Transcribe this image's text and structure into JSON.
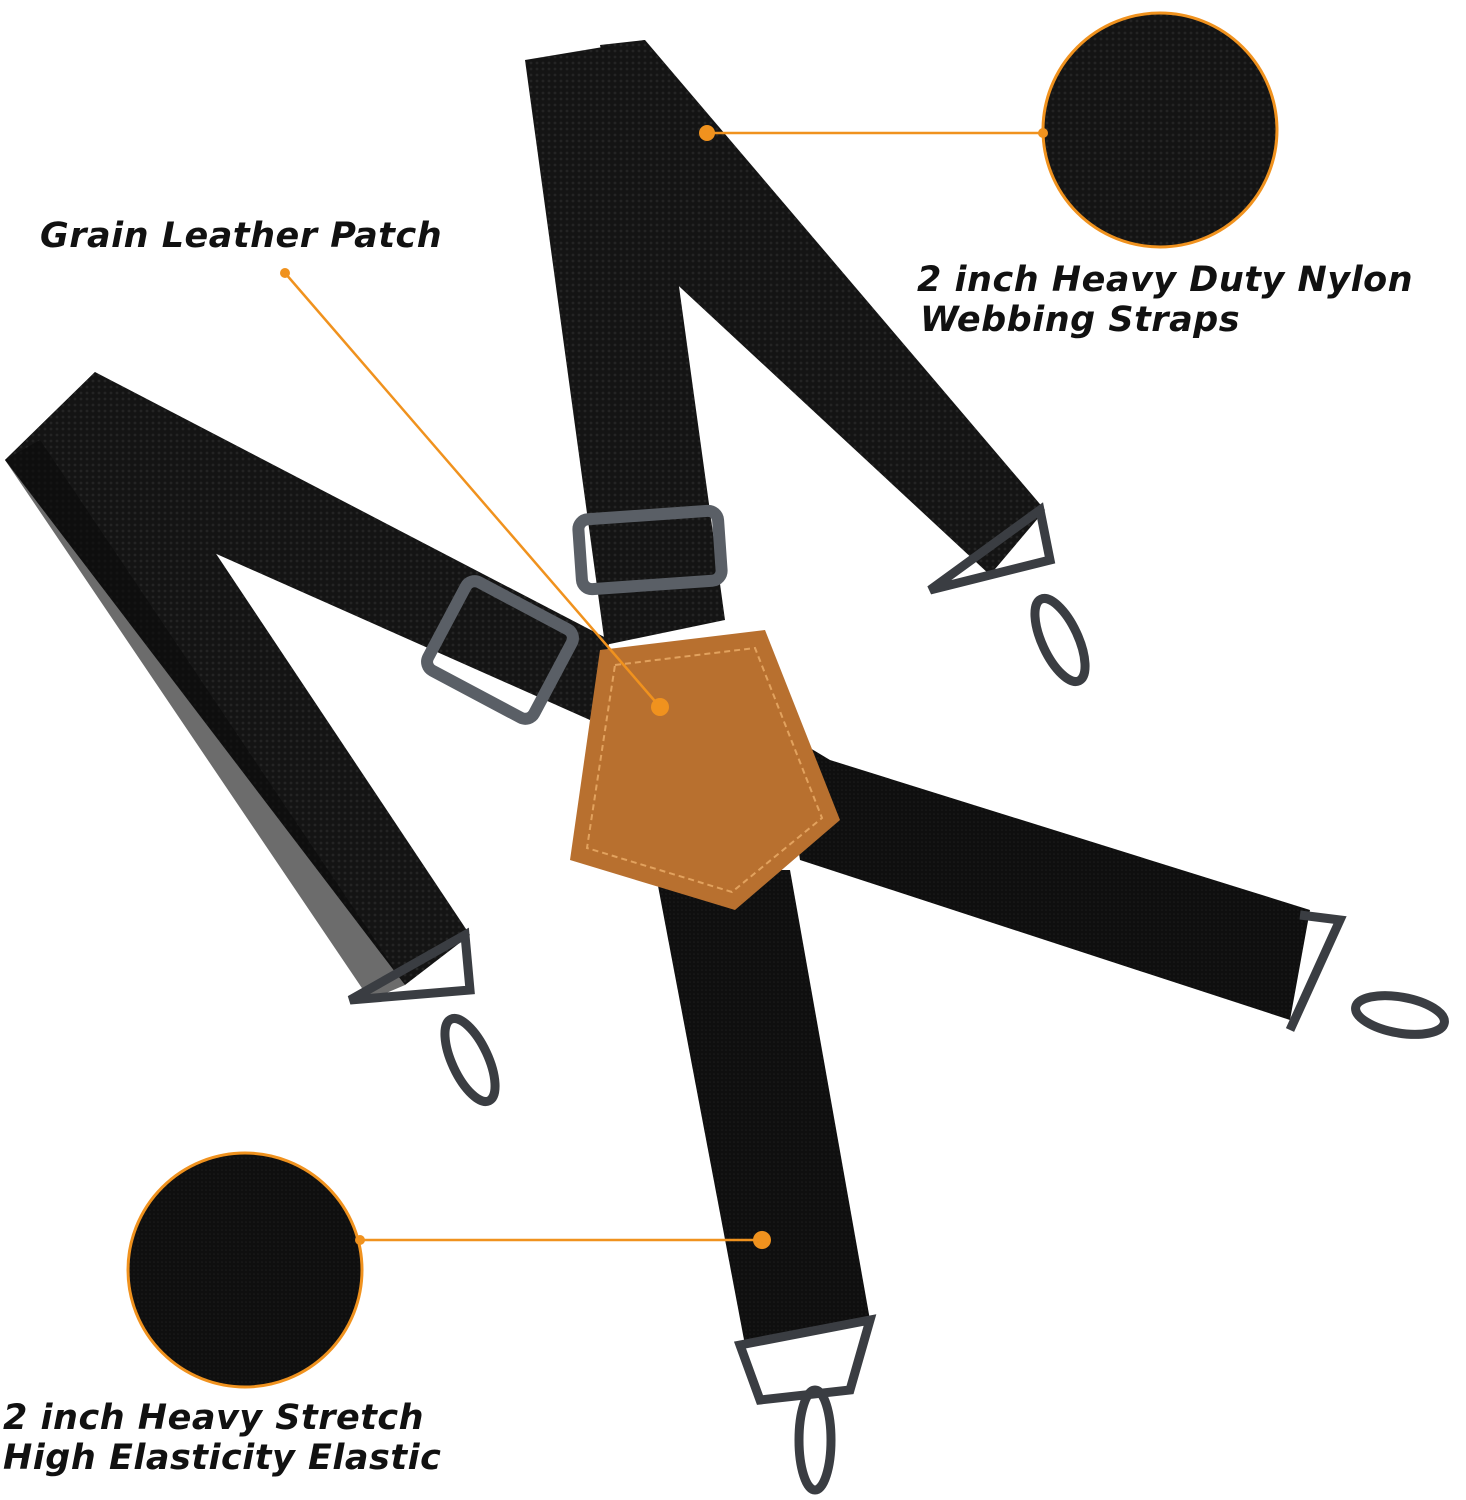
{
  "callouts": {
    "leather": {
      "label": "Grain Leather Patch"
    },
    "nylon": {
      "line1": "2 inch Heavy Duty Nylon",
      "line2": "Webbing Straps"
    },
    "elastic": {
      "line1": "2 inch Heavy Stretch",
      "line2": "High Elasticity Elastic"
    }
  },
  "colors": {
    "accent": "#f0921e",
    "strap": "#111111",
    "leather": "#b8702f",
    "hardware": "#555a60"
  }
}
